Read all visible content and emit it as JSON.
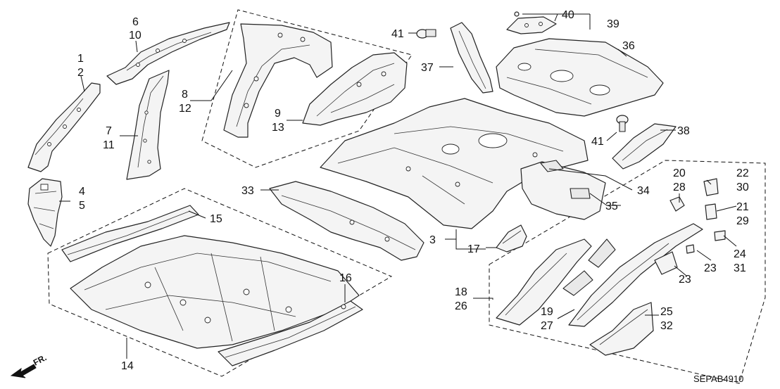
{
  "title_code": "SEPAB4910",
  "direction_label": "FR.",
  "callouts": {
    "c1": "1",
    "c2": "2",
    "c3": "3",
    "c4": "4",
    "c5": "5",
    "c6": "6",
    "c7": "7",
    "c8": "8",
    "c9": "9",
    "c10": "10",
    "c11": "11",
    "c12": "12",
    "c13": "13",
    "c14": "14",
    "c15": "15",
    "c16": "16",
    "c17": "17",
    "c18": "18",
    "c19": "19",
    "c20": "20",
    "c21": "21",
    "c22": "22",
    "c23a": "23",
    "c23b": "23",
    "c24": "24",
    "c25": "25",
    "c26": "26",
    "c27": "27",
    "c28": "28",
    "c29": "29",
    "c30": "30",
    "c31": "31",
    "c32": "32",
    "c33": "33",
    "c34": "34",
    "c35": "35",
    "c36": "36",
    "c37": "37",
    "c38": "38",
    "c39": "39",
    "c40": "40",
    "c41a": "41",
    "c41b": "41"
  }
}
